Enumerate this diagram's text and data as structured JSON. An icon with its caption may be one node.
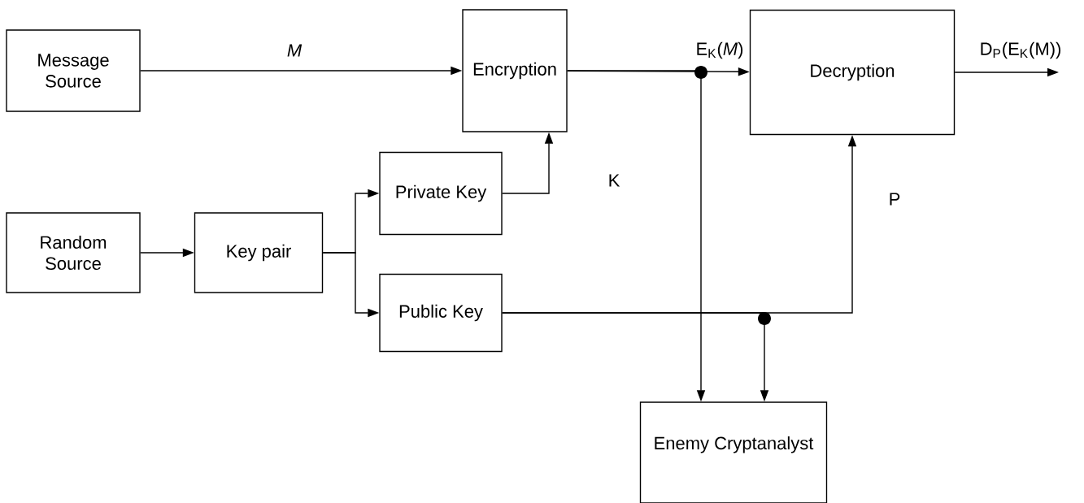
{
  "diagram": {
    "nodes": [
      {
        "text": [
          "Message Source"
        ]
      },
      {
        "text": [
          "Encryption"
        ]
      },
      {
        "text": [
          "Decryption"
        ]
      },
      {
        "text": [
          "Random Source"
        ]
      },
      {
        "text": [
          "Key pair"
        ]
      },
      {
        "text": [
          "Private Key"
        ]
      },
      {
        "text": [
          "Public Key"
        ]
      },
      {
        "text": [
          "Enemy Cryptanalyst"
        ]
      }
    ],
    "edges": [
      {
        "from": 0,
        "to": 1,
        "arrow": "to",
        "label": "*M*"
      },
      {
        "from": 1,
        "to": 2,
        "arrow": "to",
        "label": "E$_{K}$(*M*)"
      },
      {
        "from": 2,
        "to": null,
        "arrow": "to",
        "label": "D$_{P}$(E$_{K}$(M))"
      },
      {
        "from": 3,
        "to": 4,
        "arrow": "to"
      },
      {
        "from": 4,
        "to": 5,
        "arrow": "to"
      },
      {
        "from": 4,
        "to": 6,
        "arrow": "to"
      },
      {
        "from": 5,
        "to": 1,
        "arrow": "to",
        "label": "K"
      },
      {
        "from": 6,
        "to": 2,
        "arrow": "to",
        "label": "P"
      },
      {
        "from": 6,
        "to": 7,
        "arrow": "to"
      },
      {
        "from": 1,
        "to": 7,
        "arrow": "to"
      }
    ]
  }
}
